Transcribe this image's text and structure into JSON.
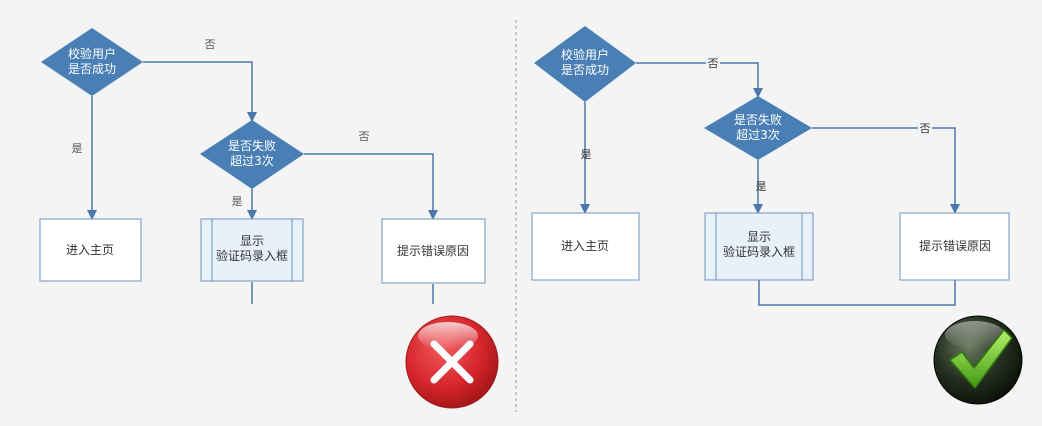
{
  "left": {
    "decision1": {
      "line1": "校验用户",
      "line2": "是否成功"
    },
    "decision2": {
      "line1": "是否失败",
      "line2": "超过3次"
    },
    "yes1": "是",
    "no1": "否",
    "yes2": "是",
    "no2": "否",
    "home": "进入主页",
    "captcha": {
      "line1": "显示",
      "line2": "验证码录入框"
    },
    "error": "提示错误原因",
    "verdict": "cross-icon"
  },
  "right": {
    "decision1": {
      "line1": "校验用户",
      "line2": "是否成功"
    },
    "decision2": {
      "line1": "是否失败",
      "line2": "超过3次"
    },
    "yes1": "是",
    "no1": "否",
    "yes2": "是",
    "no2": "否",
    "home": "进入主页",
    "captcha": {
      "line1": "显示",
      "line2": "验证码录入框"
    },
    "error": "提示错误原因",
    "verdict": "checkmark-icon"
  },
  "colors": {
    "diamond": "#4a7fb5",
    "line": "#4a78ad",
    "box_border": "#6f93bd",
    "process_fill": "#e8f0f9",
    "error_red": "#d6262b",
    "ok_green": "#4db31f"
  }
}
